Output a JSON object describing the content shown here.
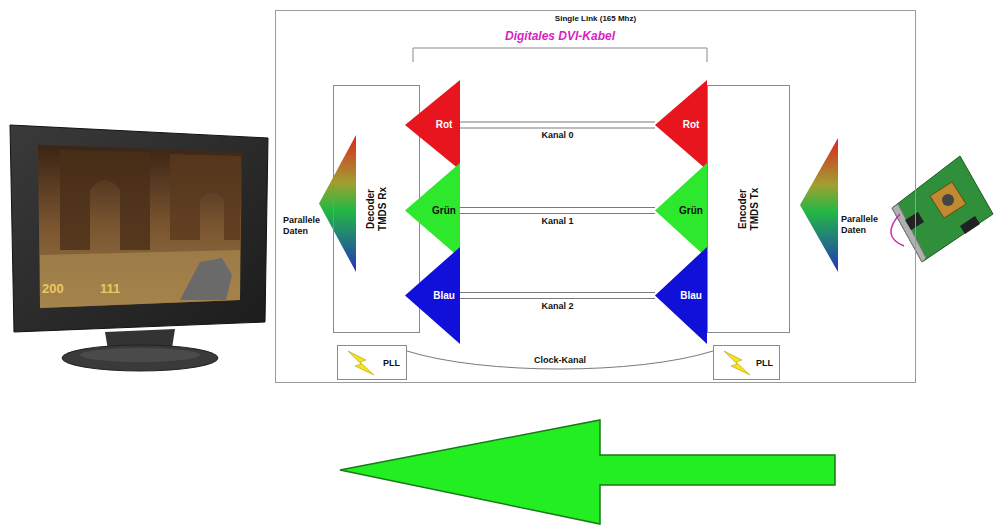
{
  "diagram": {
    "nodes": [
      {
        "text": [
          "Single Link (165 Mhz)"
        ]
      },
      {
        "text": [
          "Parallele Daten"
        ],
        "in": 0
      },
      {
        "text": [
          "Decoder TMDS Rx"
        ],
        "in": 0
      },
      {
        "text": [
          "Rot"
        ],
        "in": 0
      },
      {
        "text": [
          "Grün"
        ],
        "in": 0
      },
      {
        "text": [
          "Blau"
        ],
        "in": 0
      },
      {
        "text": [
          "Rot"
        ],
        "in": 0
      },
      {
        "text": [
          "Grün"
        ],
        "in": 0
      },
      {
        "text": [
          "Blau"
        ],
        "in": 0
      },
      {
        "text": [
          "Encoder TMDS Tx"
        ],
        "in": 0
      },
      {
        "text": [
          "Parallele Daten"
        ],
        "in": 0
      },
      {
        "text": [
          "PLL"
        ],
        "in": 0
      },
      {
        "text": [
          "PLL"
        ],
        "in": 0
      }
    ],
    "edges": [
      {
        "from": 6,
        "to": 3,
        "arrow": "none",
        "label": "Kanal 0"
      },
      {
        "from": 7,
        "to": 4,
        "arrow": "none",
        "label": "Kanal 1"
      },
      {
        "from": 8,
        "to": 5,
        "arrow": "none",
        "label": "Kanal 2"
      },
      {
        "from": 12,
        "to": 11,
        "arrow": "none",
        "label": "Clock-Kanal"
      }
    ],
    "labels": [
      "Digitales DVI-Kabel",
      "200",
      "111"
    ]
  }
}
